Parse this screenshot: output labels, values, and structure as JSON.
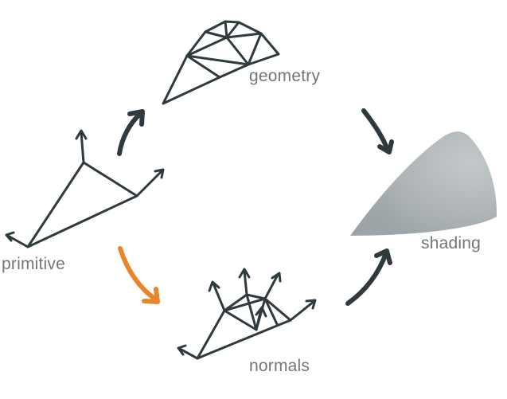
{
  "labels": {
    "geometry": "geometry",
    "primitive": "primitive",
    "shading": "shading",
    "normals": "normals"
  },
  "colors": {
    "stroke": "#2f3a3f",
    "highlight_arrow": "#e8862c",
    "label": "#6f777b",
    "shading_fill": "#b3b9bb"
  }
}
